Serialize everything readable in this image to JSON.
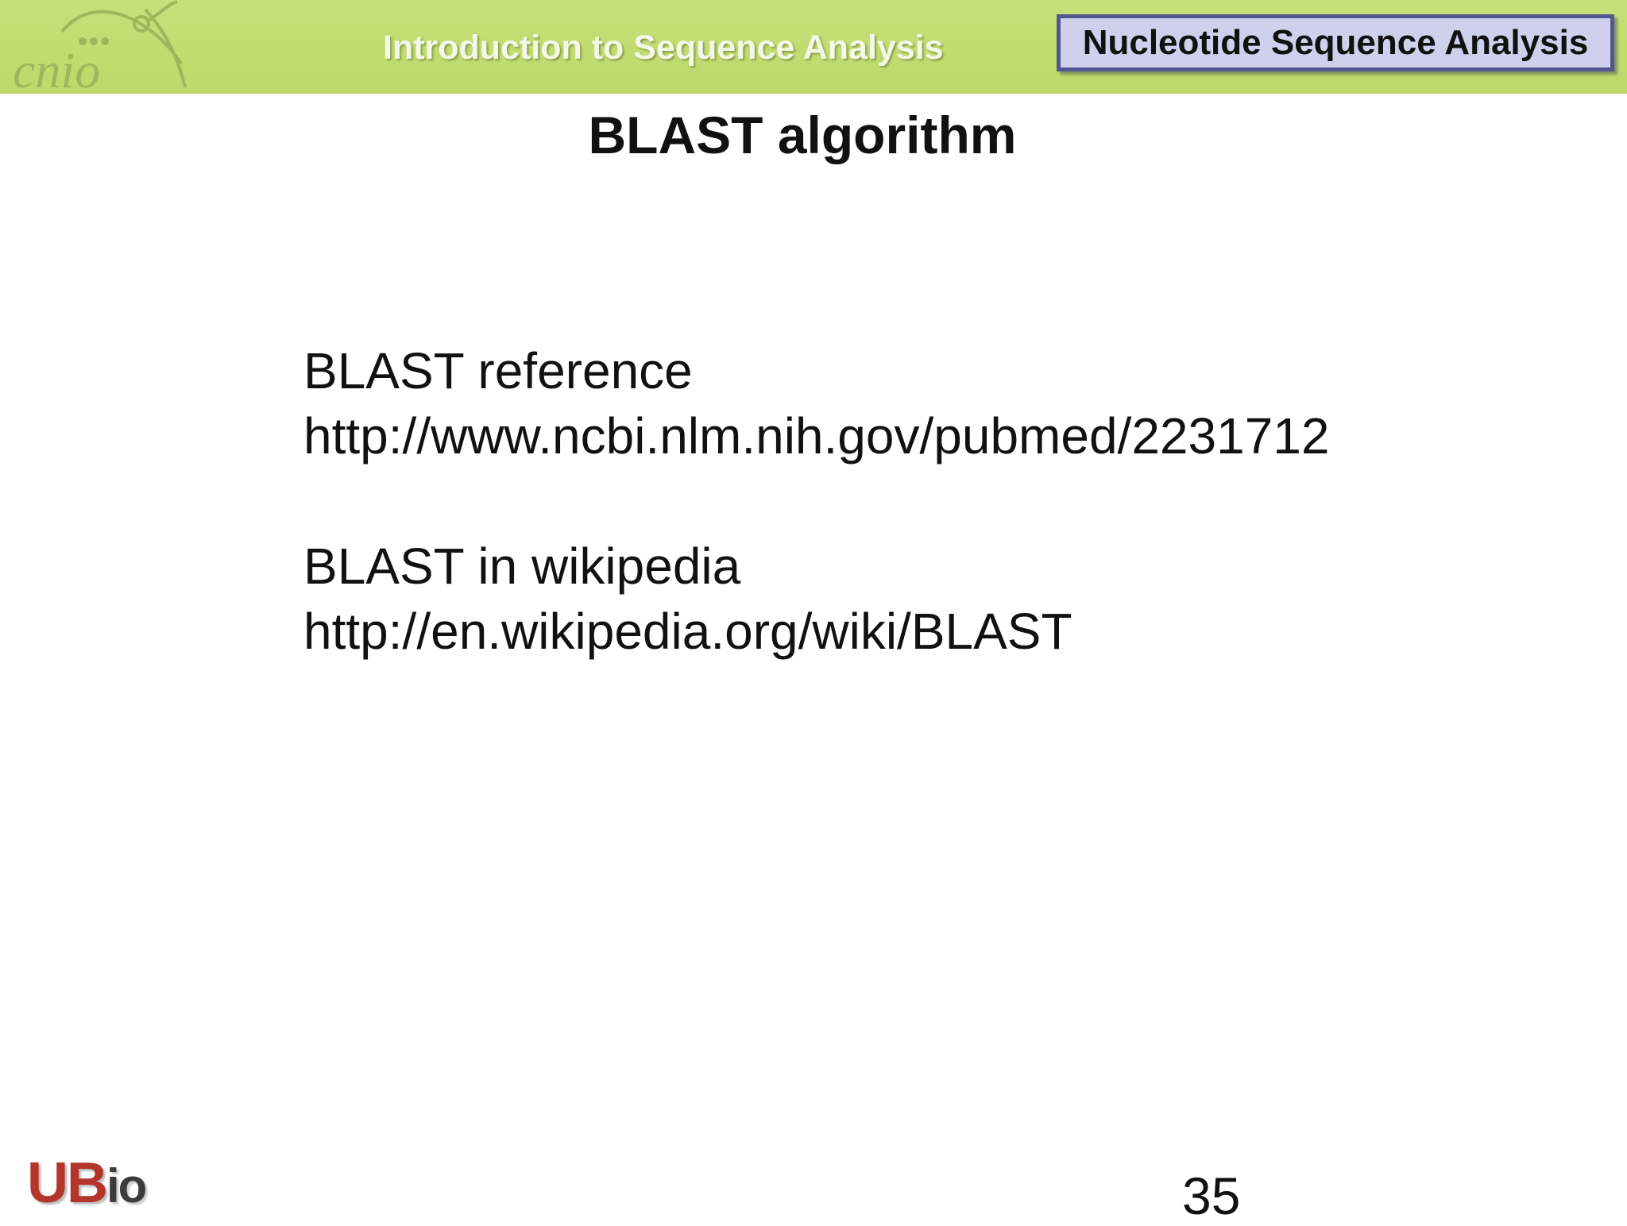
{
  "header": {
    "course_title": "Introduction to Sequence Analysis",
    "section_badge": "Nucleotide Sequence Analysis",
    "logo_left_text": "cnio",
    "logo_left_icon": "cnio-logo-icon"
  },
  "slide": {
    "title": "BLAST algorithm",
    "lines": [
      "BLAST reference",
      "http://www.ncbi.nlm.nih.gov/pubmed/2231712",
      "BLAST in wikipedia",
      "http://en.wikipedia.org/wiki/BLAST"
    ],
    "page_number": "35"
  },
  "footer": {
    "logo_text": "UBio",
    "logo_part_1": "UB",
    "logo_part_2": "io"
  },
  "colors": {
    "header_band": "#c2dd72",
    "badge_fill": "#cfd1ec",
    "badge_border": "#53578f",
    "ubio_red": "#b4352a"
  }
}
